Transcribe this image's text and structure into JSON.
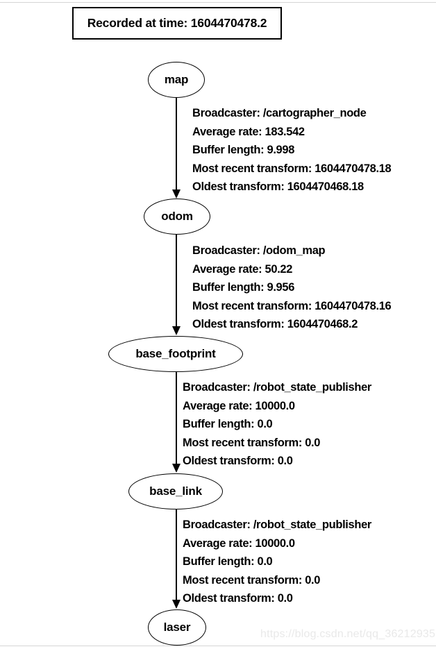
{
  "header": {
    "title": "Recorded at time: 1604470478.2"
  },
  "watermark": "https://blog.csdn.net/qq_36212935",
  "colors": {
    "ink": "#000000",
    "background": "#ffffff",
    "watermark": "#e9e9e9",
    "hairline": "#d5d5d5"
  },
  "tree": {
    "nodes": [
      {
        "id": "map",
        "label": "map"
      },
      {
        "id": "odom",
        "label": "odom"
      },
      {
        "id": "base_footprint",
        "label": "base_footprint"
      },
      {
        "id": "base_link",
        "label": "base_link"
      },
      {
        "id": "laser",
        "label": "laser"
      }
    ],
    "edges": [
      {
        "from": "map",
        "to": "odom",
        "broadcaster": "Broadcaster: /cartographer_node",
        "average_rate": "Average rate: 183.542",
        "buffer_length": "Buffer length: 9.998",
        "most_recent_transform": "Most recent transform: 1604470478.18",
        "oldest_transform": "Oldest transform: 1604470468.18"
      },
      {
        "from": "odom",
        "to": "base_footprint",
        "broadcaster": "Broadcaster: /odom_map",
        "average_rate": "Average rate: 50.22",
        "buffer_length": "Buffer length: 9.956",
        "most_recent_transform": "Most recent transform: 1604470478.16",
        "oldest_transform": "Oldest transform: 1604470468.2"
      },
      {
        "from": "base_footprint",
        "to": "base_link",
        "broadcaster": "Broadcaster: /robot_state_publisher",
        "average_rate": "Average rate: 10000.0",
        "buffer_length": "Buffer length: 0.0",
        "most_recent_transform": "Most recent transform: 0.0",
        "oldest_transform": "Oldest transform: 0.0"
      },
      {
        "from": "base_link",
        "to": "laser",
        "broadcaster": "Broadcaster: /robot_state_publisher",
        "average_rate": "Average rate: 10000.0",
        "buffer_length": "Buffer length: 0.0",
        "most_recent_transform": "Most recent transform: 0.0",
        "oldest_transform": "Oldest transform: 0.0"
      }
    ]
  }
}
